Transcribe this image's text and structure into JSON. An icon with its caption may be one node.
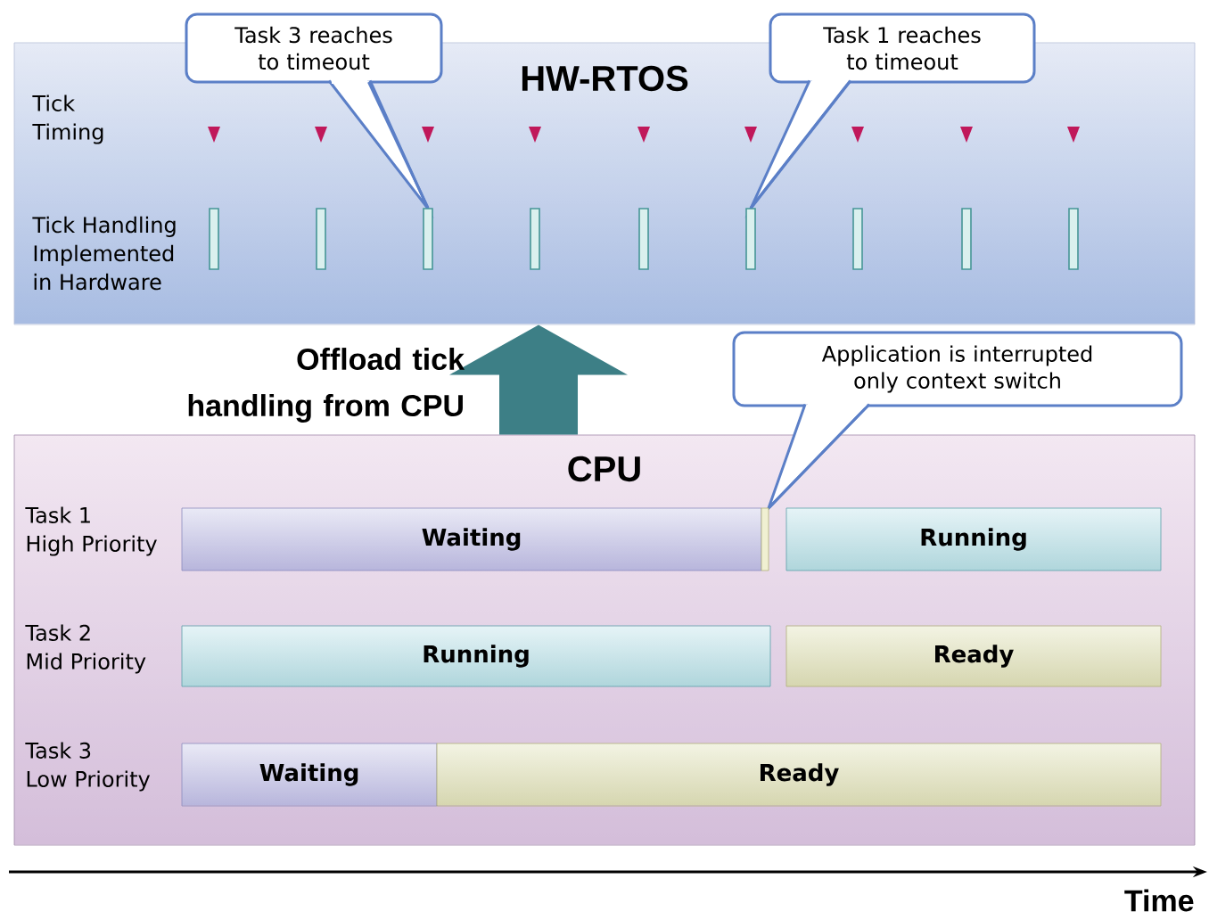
{
  "diagram": {
    "nodes": [
      {
        "text": [
          "HW-RTOS"
        ]
      },
      {
        "text": [
          "Task 3 reaches to timeout"
        ]
      },
      {
        "text": [
          "Task 1 reaches to timeout"
        ]
      },
      {
        "text": [],
        "shape": "bar",
        "in": 0
      },
      {
        "text": [],
        "shape": "bar",
        "in": 0
      },
      {
        "text": [],
        "shape": "bar",
        "in": 0
      },
      {
        "text": [],
        "shape": "bar",
        "in": 0
      },
      {
        "text": [],
        "shape": "bar",
        "in": 0
      },
      {
        "text": [],
        "shape": "bar",
        "in": 0
      },
      {
        "text": [],
        "shape": "bar",
        "in": 0
      },
      {
        "text": [],
        "shape": "bar",
        "in": 0
      },
      {
        "text": [],
        "shape": "bar",
        "in": 0
      },
      {
        "text": [
          "Application is interrupted only context switch"
        ]
      },
      {
        "text": [
          "CPU"
        ]
      },
      {
        "text": [
          "Waiting"
        ],
        "in": 13
      },
      {
        "text": [],
        "shape": "bar",
        "in": 13
      },
      {
        "text": [
          "Running"
        ],
        "in": 13
      },
      {
        "text": [
          "Running"
        ],
        "in": 13
      },
      {
        "text": [
          "Ready"
        ],
        "in": 13
      },
      {
        "text": [
          "Waiting"
        ],
        "in": 13
      },
      {
        "text": [
          "Ready"
        ],
        "in": 13
      }
    ],
    "edges": [
      {
        "from": 1,
        "to": 5,
        "arrow": "none"
      },
      {
        "from": 2,
        "to": 8,
        "arrow": "none"
      },
      {
        "from": 12,
        "to": 15,
        "arrow": "none"
      },
      {
        "from": 13,
        "to": 0,
        "arrow": "to",
        "style": "thick",
        "label": "Offload tick handling from CPU"
      }
    ],
    "labels": [
      "Tick Timing",
      "Tick Handling Implemented in Hardware",
      "Task 1 High Priority",
      "Task 2 Mid Priority",
      "Task 3 Low Priority",
      "Time"
    ]
  }
}
